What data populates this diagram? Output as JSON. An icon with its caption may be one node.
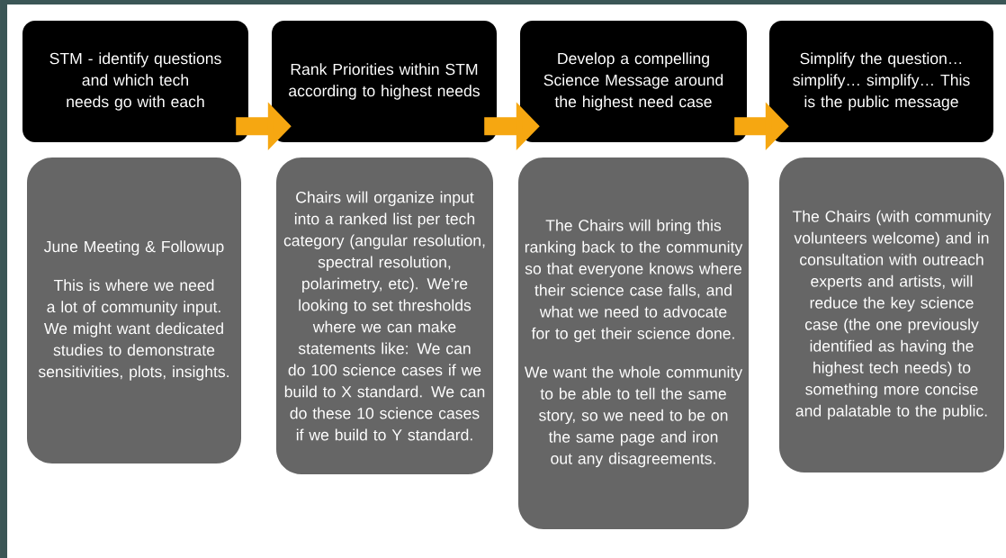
{
  "diagram": {
    "nodes": [
      {
        "text": [
          "STM - identify questions and which tech needs go with each"
        ]
      },
      {
        "text": [
          "Rank Priorities within STM according to highest needs"
        ]
      },
      {
        "text": [
          "Develop a compelling Science Message around the highest need case"
        ]
      },
      {
        "text": [
          "Simplify the question… simplify… simplify… This is the public message"
        ]
      },
      {
        "text": [
          "June Meeting & Followup",
          "This is where we need a lot of community input. We might want dedicated studies to demonstrate sensitivities, plots, insights."
        ]
      },
      {
        "text": [
          "Chairs will organize input into a ranked list per tech category (angular resolution, spectral resolution, polarimetry, etc). We’re looking to set thresholds where we can make statements like: We can do 100 science cases if we build to X standard. We can do these 10 science cases if we build to Y standard."
        ]
      },
      {
        "text": [
          "The Chairs will bring this ranking back to the community so that everyone knows where their science case falls, and what we need to advocate for to get their science done.",
          "We want the whole community to be able to tell the same story, so we need to be on the same page and iron out any disagreements."
        ]
      },
      {
        "text": [
          "The Chairs (with community volunteers welcome) and in consultation with outreach experts and artists, will reduce the key science case (the one previously identified as having the highest tech needs) to something more concise and palatable to the public."
        ]
      }
    ],
    "edges": [
      {
        "from": 0,
        "to": 1,
        "arrow": "to"
      },
      {
        "from": 1,
        "to": 2,
        "arrow": "to"
      },
      {
        "from": 2,
        "to": 3,
        "arrow": "to"
      }
    ]
  }
}
